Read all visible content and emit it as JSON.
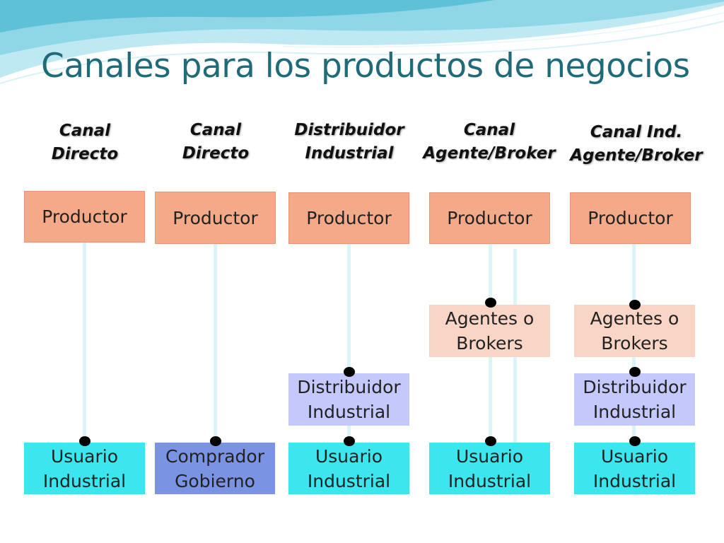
{
  "slide": {
    "title": "Canales para los productos de negocios"
  },
  "columns": [
    {
      "header": "Canal\nDirecto",
      "producer": "Productor",
      "end": "Usuario\nIndustrial"
    },
    {
      "header": "Canal\nDirecto",
      "producer": "Productor",
      "end": "Comprador\nGobierno"
    },
    {
      "header": "Distribuidor\nIndustrial",
      "producer": "Productor",
      "distributor": "Distribuidor\nIndustrial",
      "end": "Usuario\nIndustrial"
    },
    {
      "header": "Canal\nAgente/Broker",
      "producer": "Productor",
      "agent": "Agentes o\nBrokers",
      "end": "Usuario\nIndustrial"
    },
    {
      "header": "Canal Ind.\nAgente/Broker",
      "producer": "Productor",
      "agent": "Agentes o\nBrokers",
      "distributor": "Distribuidor\nIndustrial",
      "end": "Usuario\nIndustrial"
    }
  ],
  "colors": {
    "title": "#1f6b7a",
    "producer": "#f4a989",
    "agent": "#f9d5c5",
    "distributor": "#c5c8fa",
    "user": "#3ce6ee",
    "government": "#7b93e3",
    "connector": "#dcf4f7",
    "node": "#000000"
  }
}
